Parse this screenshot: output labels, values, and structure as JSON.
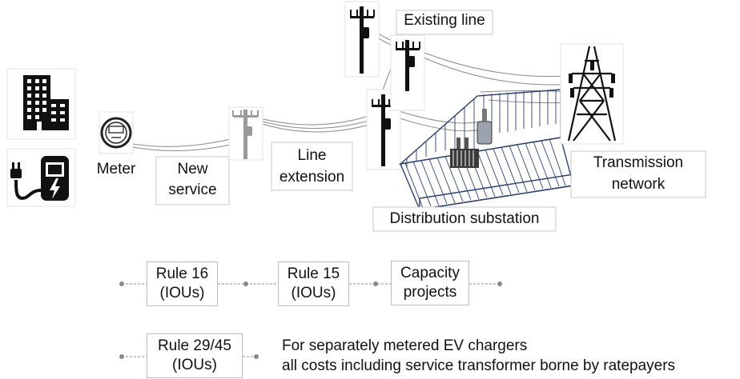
{
  "labels": {
    "existing_line": "Existing line",
    "meter": "Meter",
    "new_service_1": "New",
    "new_service_2": "service",
    "line_extension_1": "Line",
    "line_extension_2": "extension",
    "transmission_1": "Transmission",
    "transmission_2": "network",
    "substation": "Distribution substation"
  },
  "rules": [
    {
      "line1": "Rule 16",
      "line2": "(IOUs)"
    },
    {
      "line1": "Rule 15",
      "line2": "(IOUs)"
    },
    {
      "line1": "Capacity",
      "line2": "projects"
    },
    {
      "line1": "Rule 29/45",
      "line2": "(IOUs)"
    }
  ],
  "note": {
    "line1": "For separately metered EV chargers",
    "line2": "all costs including service transformer borne by ratepayers"
  },
  "icons": [
    "building-icon",
    "ev-charger-icon",
    "meter-icon",
    "utility-pole-icon",
    "substation-icon",
    "transmission-tower-icon"
  ]
}
